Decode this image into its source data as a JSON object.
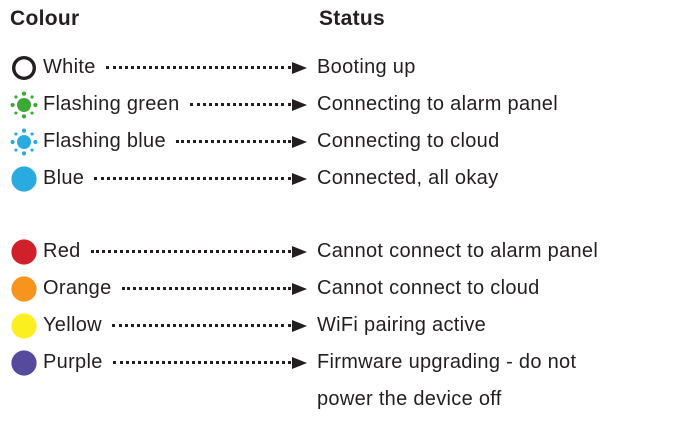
{
  "header": {
    "colour_label": "Colour",
    "status_label": "Status"
  },
  "ink_color": "#231f20",
  "arrow_style": "dotted-line-with-solid-right-arrowhead",
  "groups": [
    {
      "rows": [
        {
          "name": "white",
          "icon": "ring",
          "color": "#ffffff",
          "label": "White",
          "status": "Booting up"
        },
        {
          "name": "flashing-green",
          "icon": "flashing",
          "color": "#3aaa35",
          "label": "Flashing green",
          "status": "Connecting to alarm panel"
        },
        {
          "name": "flashing-blue",
          "icon": "flashing",
          "color": "#29abe2",
          "label": "Flashing blue",
          "status": "Connecting to cloud"
        },
        {
          "name": "blue",
          "icon": "solid",
          "color": "#29abe2",
          "label": "Blue",
          "status": "Connected, all okay"
        }
      ]
    },
    {
      "rows": [
        {
          "name": "red",
          "icon": "solid",
          "color": "#d02029",
          "label": "Red",
          "status": "Cannot connect to alarm panel"
        },
        {
          "name": "orange",
          "icon": "solid",
          "color": "#f7941e",
          "label": "Orange",
          "status": "Cannot connect to cloud"
        },
        {
          "name": "yellow",
          "icon": "solid",
          "color": "#fbee21",
          "label": "Yellow",
          "status": "WiFi pairing active"
        },
        {
          "name": "purple",
          "icon": "solid",
          "color": "#564a9d",
          "label": "Purple",
          "status": "Firmware upgrading - do not\npower the device off"
        }
      ]
    }
  ]
}
